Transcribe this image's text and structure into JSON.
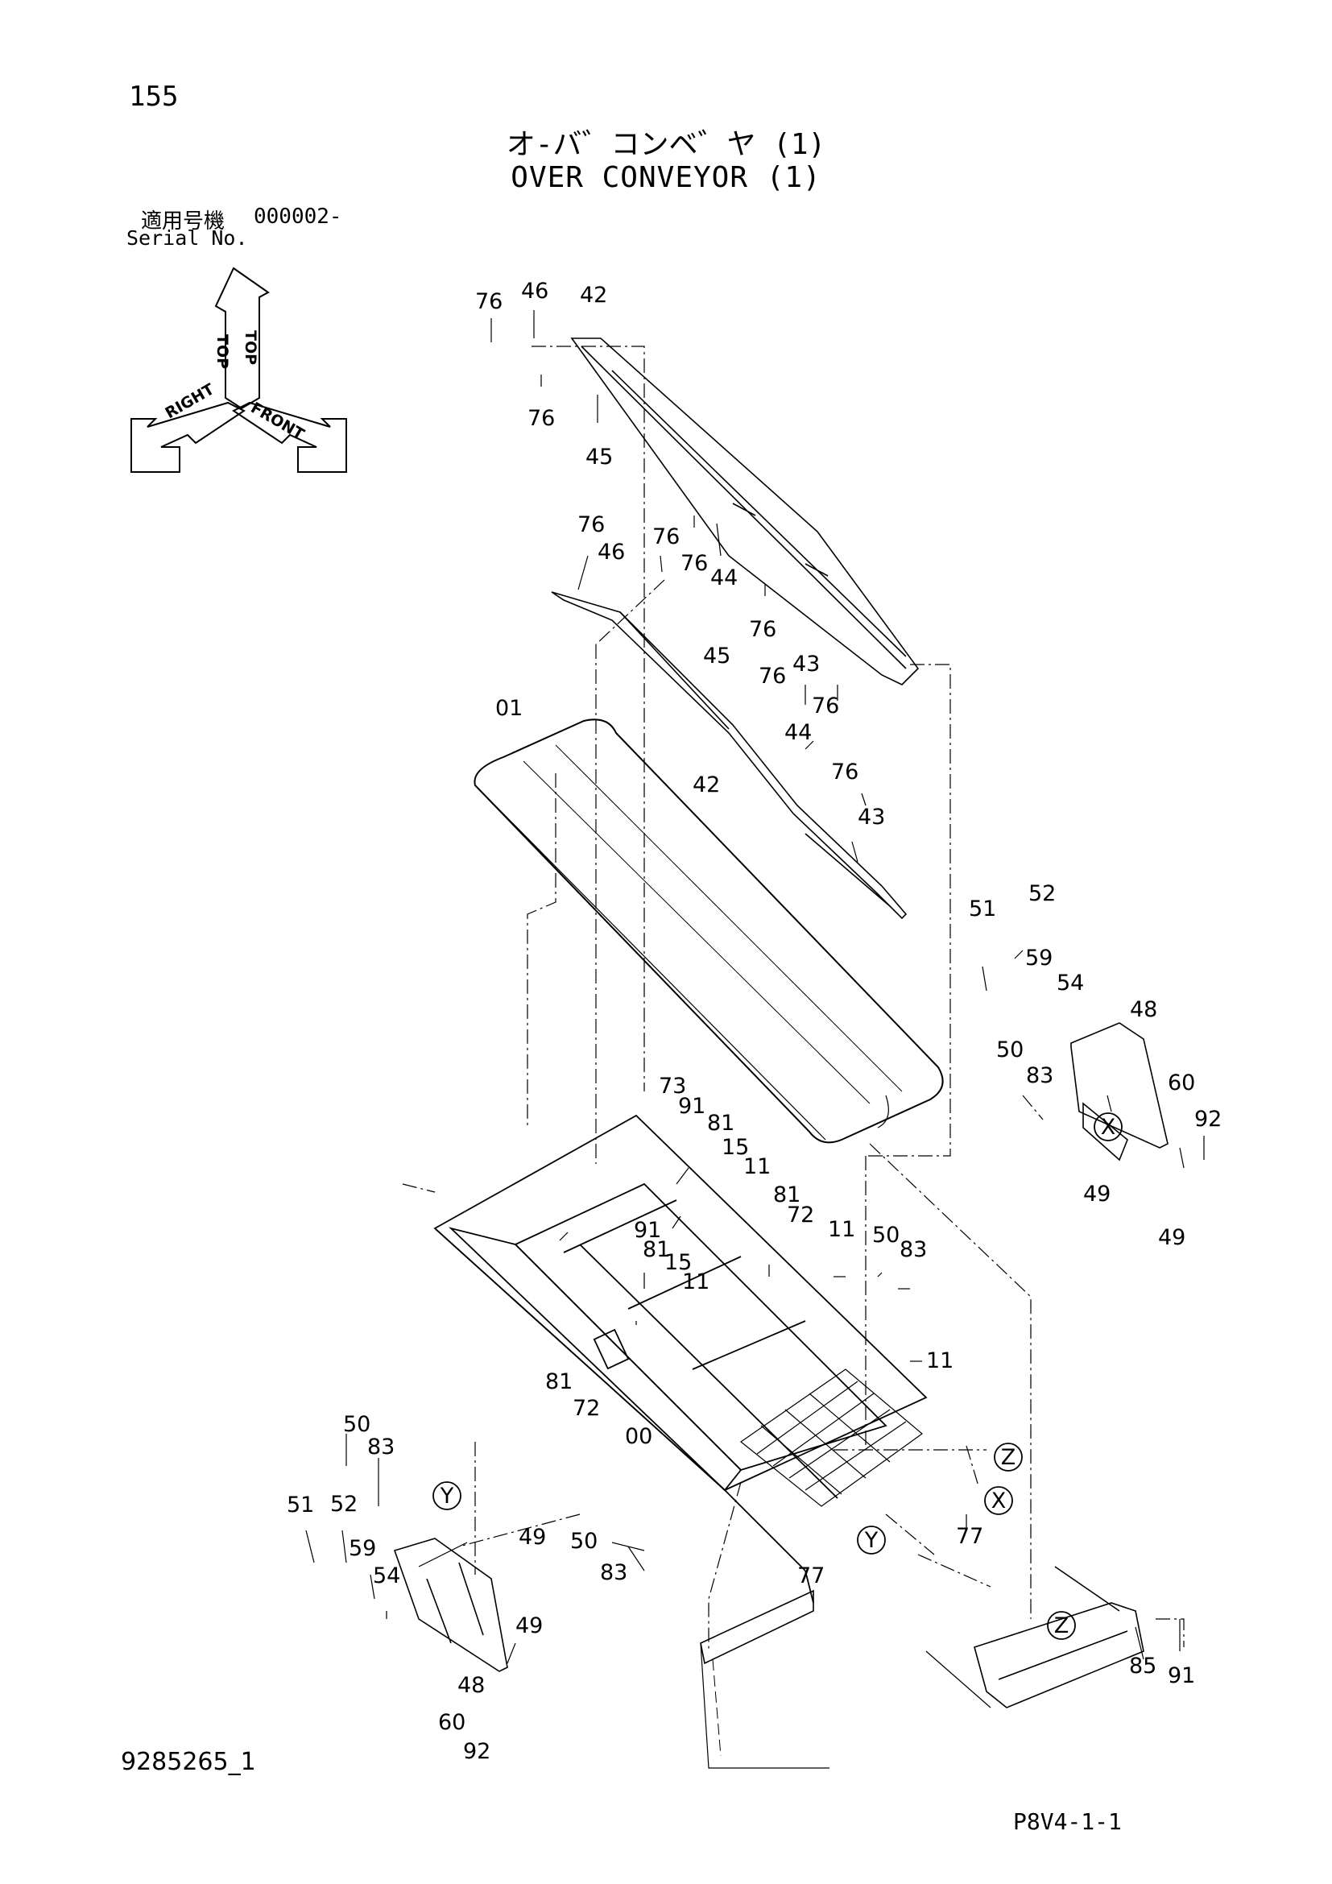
{
  "header": {
    "page_number": "155",
    "title_jp": "オ-バ゛コンベ゛ヤ (1)",
    "title_en": "OVER CONVEYOR (1)",
    "serial_label_jp": "適用号機",
    "serial_value": "000002-",
    "serial_label_en": "Serial No."
  },
  "orientation": {
    "top": "TOP",
    "front": "FRONT",
    "right": "RIGHT"
  },
  "part_labels": [
    "76",
    "46",
    "42",
    "76",
    "45",
    "76",
    "46",
    "76",
    "76",
    "44",
    "76",
    "43",
    "76",
    "45",
    "76",
    "42",
    "44",
    "76",
    "43",
    "01",
    "51",
    "52",
    "59",
    "54",
    "48",
    "50",
    "83",
    "60",
    "92",
    "49",
    "49",
    "73",
    "91",
    "81",
    "15",
    "11",
    "81",
    "72",
    "91",
    "81",
    "15",
    "11",
    "11",
    "50",
    "83",
    "11",
    "81",
    "72",
    "00",
    "50",
    "83",
    "51",
    "52",
    "59",
    "54",
    "49",
    "49",
    "48",
    "60",
    "92",
    "50",
    "83",
    "77",
    "77",
    "85",
    "91"
  ],
  "callouts": {
    "x1": "X",
    "z1": "Z",
    "x2": "X",
    "y1": "Y",
    "y2": "Y",
    "z2": "Z"
  },
  "footer": {
    "drawing_id": "9285265_1",
    "page_code": "P8V4-1-1"
  }
}
